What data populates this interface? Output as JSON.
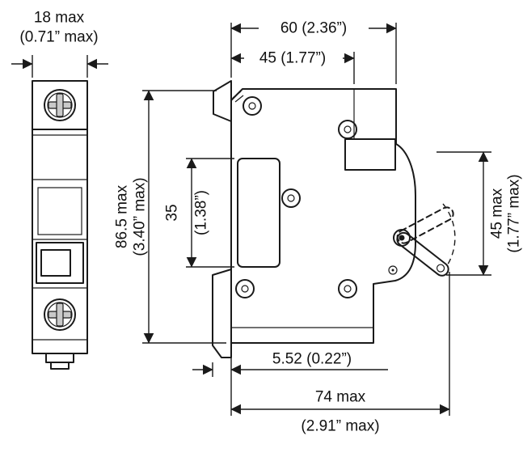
{
  "colors": {
    "body_fill": "#d6d6d6",
    "panel_fill": "#e6e6e6",
    "recess_fill": "#efefef",
    "toggle_fill": "#141414",
    "outline": "#1a1a1a"
  },
  "dims": {
    "front_width": {
      "l1": "18 max",
      "l2": "(0.71” max)"
    },
    "depth_total": {
      "l1": "60 (2.36”)"
    },
    "depth_body": {
      "l1": "45 (1.77”)"
    },
    "height_total": {
      "l1": "86.5 max",
      "l2": "(3.40” max)"
    },
    "din_slot": {
      "l1": "35",
      "l2": "(1.38”)"
    },
    "handle_zone": {
      "l1": "45 max",
      "l2": "(1.77” max)"
    },
    "clip_offset": {
      "l1": "5.52 (0.22”)"
    },
    "depth_with_handle": {
      "l1": "74 max",
      "l2": "(2.91” max)"
    }
  }
}
